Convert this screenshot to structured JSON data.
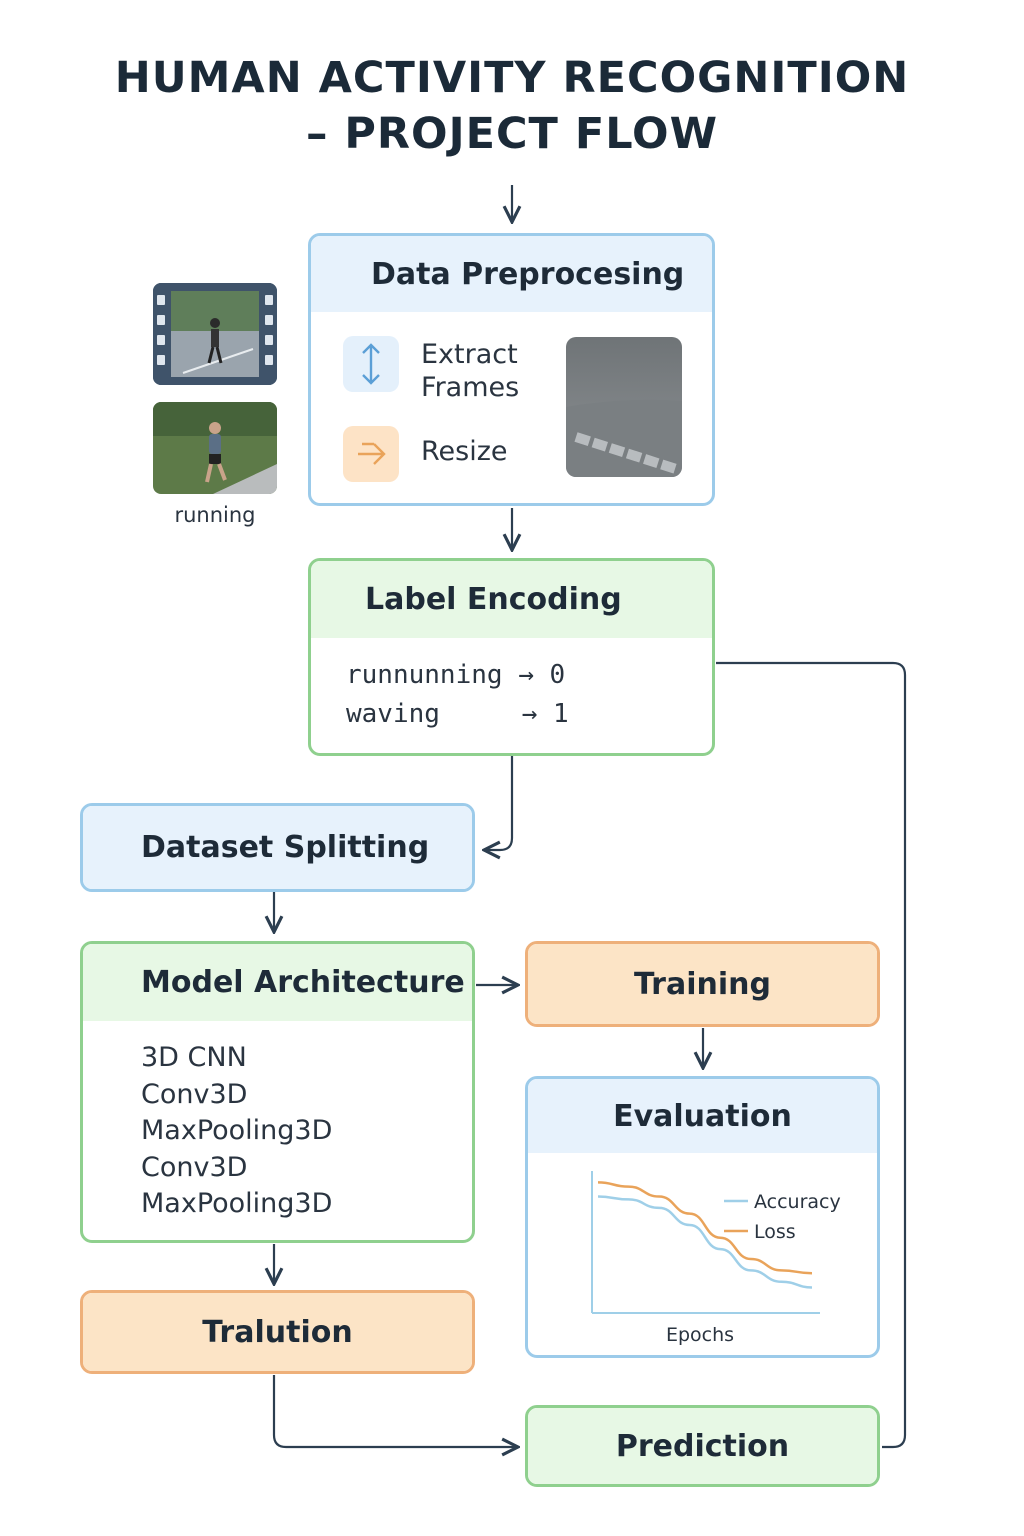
{
  "title": {
    "line1": "HUMAN ACTIVITY RECOGNITION",
    "line2": "– PROJECT FLOW"
  },
  "sidebar_media": {
    "caption": "running",
    "icons": [
      "film-strip-icon",
      "runner-photo"
    ]
  },
  "preprocessing": {
    "title": "Data Preprocesing",
    "items": [
      {
        "icon": "vertical-arrows-icon",
        "label_line1": "Extract",
        "label_line2": "Frames"
      },
      {
        "icon": "right-arrow-icon",
        "label": "Resize"
      }
    ]
  },
  "label_encoding": {
    "title": "Label Encoding",
    "rows": [
      {
        "label": "runnunning",
        "arrow": "→",
        "value": "0"
      },
      {
        "label": "waving",
        "arrow": "→",
        "value": "1"
      }
    ]
  },
  "dataset_splitting": {
    "title": "Dataset Splitting"
  },
  "model_architecture": {
    "title": "Model Architecture",
    "layers": [
      "3D CNN",
      "Conv3D",
      "MaxPooling3D",
      "Conv3D",
      "MaxPooling3D"
    ]
  },
  "training": {
    "title": "Training"
  },
  "evaluation": {
    "title": "Evaluation",
    "chart_data": {
      "type": "line",
      "xlabel": "Epochs",
      "ylabel": "",
      "series": [
        {
          "name": "Accuracy",
          "color": "#9fcfe8",
          "values": [
            0.82,
            0.8,
            0.74,
            0.62,
            0.45,
            0.3,
            0.22,
            0.18
          ]
        },
        {
          "name": "Loss",
          "color": "#e9a35a",
          "values": [
            0.92,
            0.89,
            0.82,
            0.7,
            0.53,
            0.38,
            0.3,
            0.28
          ]
        }
      ],
      "ylim": [
        0,
        1
      ],
      "legend": "top-right",
      "grid": false
    }
  },
  "tralution": {
    "title": "Tralution"
  },
  "prediction": {
    "title": "Prediction"
  },
  "colors": {
    "blue_border": "#9ccbea",
    "green_border": "#8fd08e",
    "orange_border": "#eeb07a",
    "connector": "#2c3e50"
  }
}
